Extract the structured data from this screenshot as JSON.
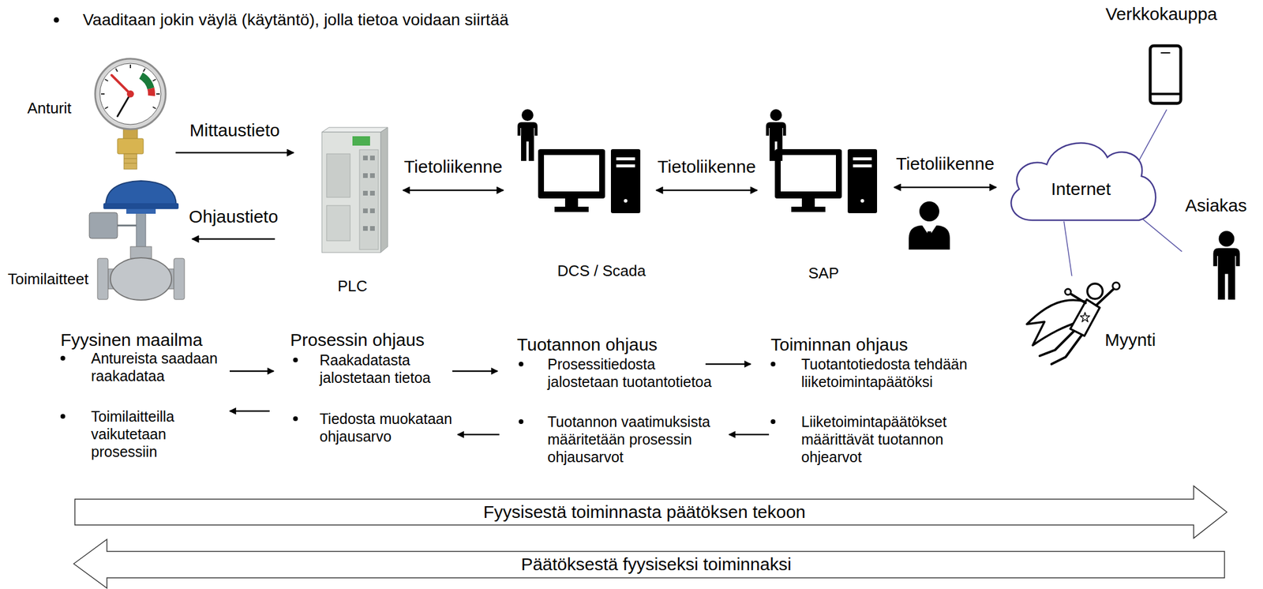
{
  "diagram": {
    "nodes": [
      {
        "text": [
          "Anturit"
        ]
      },
      {
        "text": [
          "Toimilaitteet"
        ]
      },
      {
        "text": [
          "PLC"
        ]
      },
      {
        "text": [
          "DCS / Scada"
        ]
      },
      {
        "text": [
          "SAP"
        ]
      },
      {
        "text": [
          "Verkkokauppa"
        ]
      },
      {
        "text": [
          "Internet"
        ]
      },
      {
        "text": [
          "Asiakas"
        ]
      },
      {
        "text": [
          "Myynti"
        ]
      },
      {
        "text": [
          "Fyysisestä toiminnasta päätöksen tekoon"
        ]
      },
      {
        "text": [
          "Päätöksestä fyysiseksi toiminnaksi"
        ]
      }
    ],
    "edges": [
      {
        "from": 0,
        "to": 2,
        "label": "Mittaustieto",
        "arrow": "to"
      },
      {
        "from": 2,
        "to": 1,
        "label": "Ohjaustieto",
        "arrow": "to"
      },
      {
        "from": 2,
        "to": 3,
        "label": "Tietoliikenne",
        "arrow": "both"
      },
      {
        "from": 3,
        "to": 4,
        "label": "Tietoliikenne",
        "arrow": "both"
      },
      {
        "from": 4,
        "to": 6,
        "label": "Tietoliikenne",
        "arrow": "both"
      },
      {
        "from": 6,
        "to": 5,
        "arrow": "none"
      },
      {
        "from": 6,
        "to": 7,
        "arrow": "none"
      },
      {
        "from": 6,
        "to": 8,
        "arrow": "none"
      }
    ],
    "labels": [
      "Vaaditaan jokin väylä (käytäntö), jolla tietoa voidaan siirtää",
      "Fyysinen maailma",
      "Antureista saadaan raakadataa",
      "Toimilaitteilla vaikutetaan prosessiin",
      "Prosessin ohjaus",
      "Raakadatasta jalostetaan tietoa",
      "Tiedosta muokataan ohjausarvo",
      "Tuotannon ohjaus",
      "Prosessitiedosta jalostetaan tuotantotietoa",
      "Tuotannon vaatimuksista määritetään prosessin ohjausarvot",
      "Toiminnan ohjaus",
      "Tuotantotiedosta tehdään liiketoimintapäätöksi",
      "Liiketoimintapäätökset määrittävät tuotannon ohjearvot"
    ]
  }
}
